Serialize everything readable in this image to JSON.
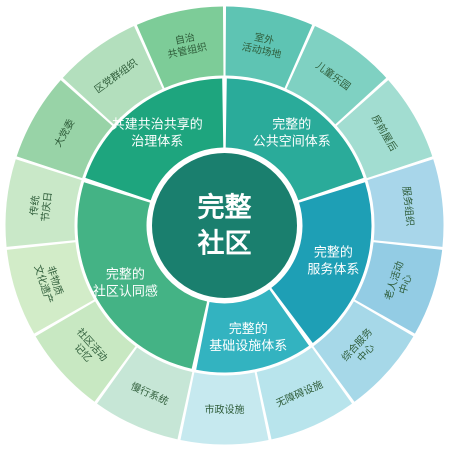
{
  "center": {
    "lines": [
      "完整",
      "社区"
    ],
    "color": "#1a7f6e"
  },
  "systems": [
    {
      "lines": [
        "完整的",
        "公共空间体系"
      ],
      "color": "#2aab9a"
    },
    {
      "lines": [
        "完整的",
        "服务体系"
      ],
      "color": "#1e9fb5"
    },
    {
      "lines": [
        "完整的",
        "基础设施体系"
      ],
      "color": "#33b3c0"
    },
    {
      "lines": [
        "完整的",
        "社区认同感"
      ],
      "color": "#44b385"
    },
    {
      "lines": [
        "共建共治共享的",
        "治理体系"
      ],
      "color": "#1ea57e"
    }
  ],
  "elements": [
    {
      "lines": [
        "室外",
        "活动场地"
      ],
      "color": "#5ec4b3",
      "system": 0
    },
    {
      "lines": [
        "儿童乐园"
      ],
      "color": "#7fd1c2",
      "system": 0
    },
    {
      "lines": [
        "房前屋后"
      ],
      "color": "#a2ddd1",
      "system": 0
    },
    {
      "lines": [
        "服务组织"
      ],
      "color": "#a8d6ea",
      "system": 1
    },
    {
      "lines": [
        "老人活动",
        "中心"
      ],
      "color": "#93cce4",
      "system": 1
    },
    {
      "lines": [
        "综合服务",
        "中心"
      ],
      "color": "#a6d8e8",
      "system": 1
    },
    {
      "lines": [
        "无障碍设施"
      ],
      "color": "#b8e4ec",
      "system": 2
    },
    {
      "lines": [
        "市政设施"
      ],
      "color": "#c6e9ef",
      "system": 2
    },
    {
      "lines": [
        "慢行系统"
      ],
      "color": "#c6e6d6",
      "system": 3
    },
    {
      "lines": [
        "社区活动",
        "记忆"
      ],
      "color": "#c8e8c2",
      "system": 3
    },
    {
      "lines": [
        "非物质",
        "文化遗产"
      ],
      "color": "#d2ecc8",
      "system": 3
    },
    {
      "lines": [
        "传统",
        "节庆日"
      ],
      "color": "#c9e8c8",
      "system": 3
    },
    {
      "lines": [
        "大党委"
      ],
      "color": "#98d3a7",
      "system": 4
    },
    {
      "lines": [
        "区党群组织"
      ],
      "color": "#b3dfbd",
      "system": 4
    },
    {
      "lines": [
        "自治",
        "共管组织"
      ],
      "color": "#7dcc98",
      "system": 4
    }
  ]
}
